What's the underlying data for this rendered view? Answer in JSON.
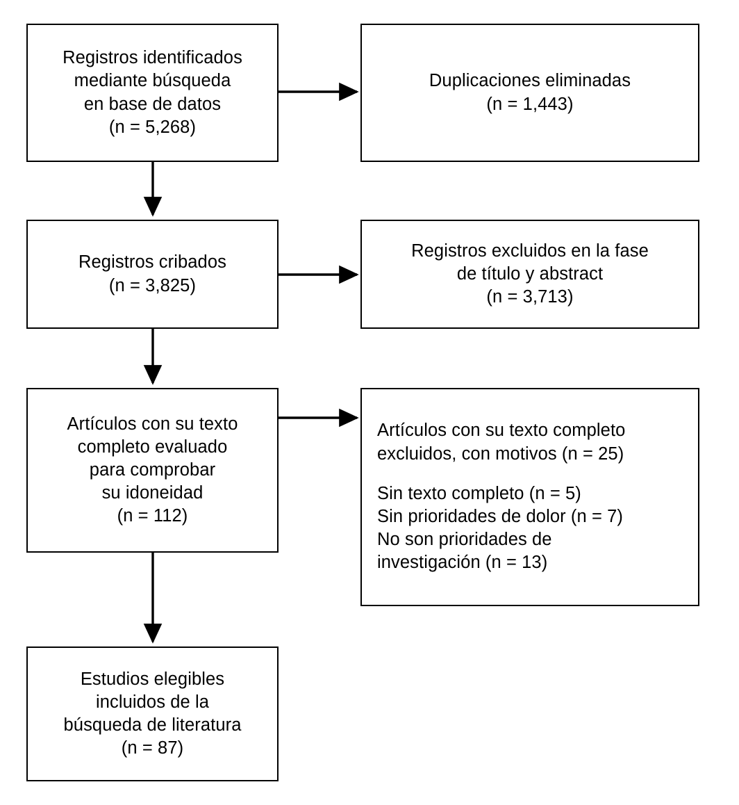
{
  "diagram": {
    "type": "prisma-flow-diagram",
    "language": "es",
    "colors": {
      "background": "#ffffff",
      "stroke": "#000000",
      "text": "#000000"
    },
    "boxes": {
      "identification": {
        "name": "Registros identificados mediante búsqueda en base de datos",
        "lines": [
          "Registros identificados",
          "mediante búsqueda",
          "en base de datos",
          "(n = 5,268)"
        ],
        "count": "5,268"
      },
      "duplicates_removed": {
        "name": "Duplicaciones eliminadas",
        "lines": [
          "Duplicaciones eliminadas",
          "(n = 1,443)"
        ],
        "count": "1,443"
      },
      "screened": {
        "name": "Registros cribados",
        "lines": [
          "Registros cribados",
          "(n = 3,825)"
        ],
        "count": "3,825"
      },
      "screened_excluded": {
        "name": "Registros excluidos en la fase de título y abstract",
        "lines": [
          "Registros excluidos en la fase",
          "de título y abstract",
          "(n = 3,713)"
        ],
        "count": "3,713"
      },
      "eligibility": {
        "name": "Artículos con su texto completo evaluado para comprobar su idoneidad",
        "lines": [
          "Artículos con su texto",
          "completo evaluado",
          "para comprobar",
          "su idoneidad",
          "(n = 112)"
        ],
        "count": "112"
      },
      "fulltext_excluded": {
        "name": "Artículos con su texto completo excluidos, con motivos",
        "lines": [
          "Artículos con su texto completo",
          "excluidos, con motivos (n = 25)",
          "",
          "Sin texto completo (n = 5)",
          "Sin prioridades de dolor (n = 7)",
          "No son prioridades de",
          "investigación (n = 13)"
        ],
        "count": "25",
        "reasons": [
          {
            "label": "Sin texto completo",
            "count": "5",
            "text": "Sin texto completo (n = 5)"
          },
          {
            "label": "Sin prioridades de dolor",
            "count": "7",
            "text": "Sin prioridades de dolor (n = 7)"
          },
          {
            "label": "No son prioridades de investigación",
            "count": "13",
            "text": "No son prioridades de investigación (n = 13)"
          }
        ]
      },
      "included": {
        "name": "Estudios elegibles incluidos de la búsqueda de literatura",
        "lines": [
          "Estudios elegibles",
          "incluidos de la",
          "búsqueda de literatura",
          "(n = 87)"
        ],
        "count": "87"
      }
    },
    "connectors": [
      {
        "name": "identification-to-duplicates",
        "direction": "right"
      },
      {
        "name": "identification-to-screened",
        "direction": "down"
      },
      {
        "name": "screened-to-screened-excluded",
        "direction": "right"
      },
      {
        "name": "screened-to-eligibility",
        "direction": "down"
      },
      {
        "name": "eligibility-to-fulltext-excluded",
        "direction": "right"
      },
      {
        "name": "eligibility-to-included",
        "direction": "down"
      }
    ]
  }
}
